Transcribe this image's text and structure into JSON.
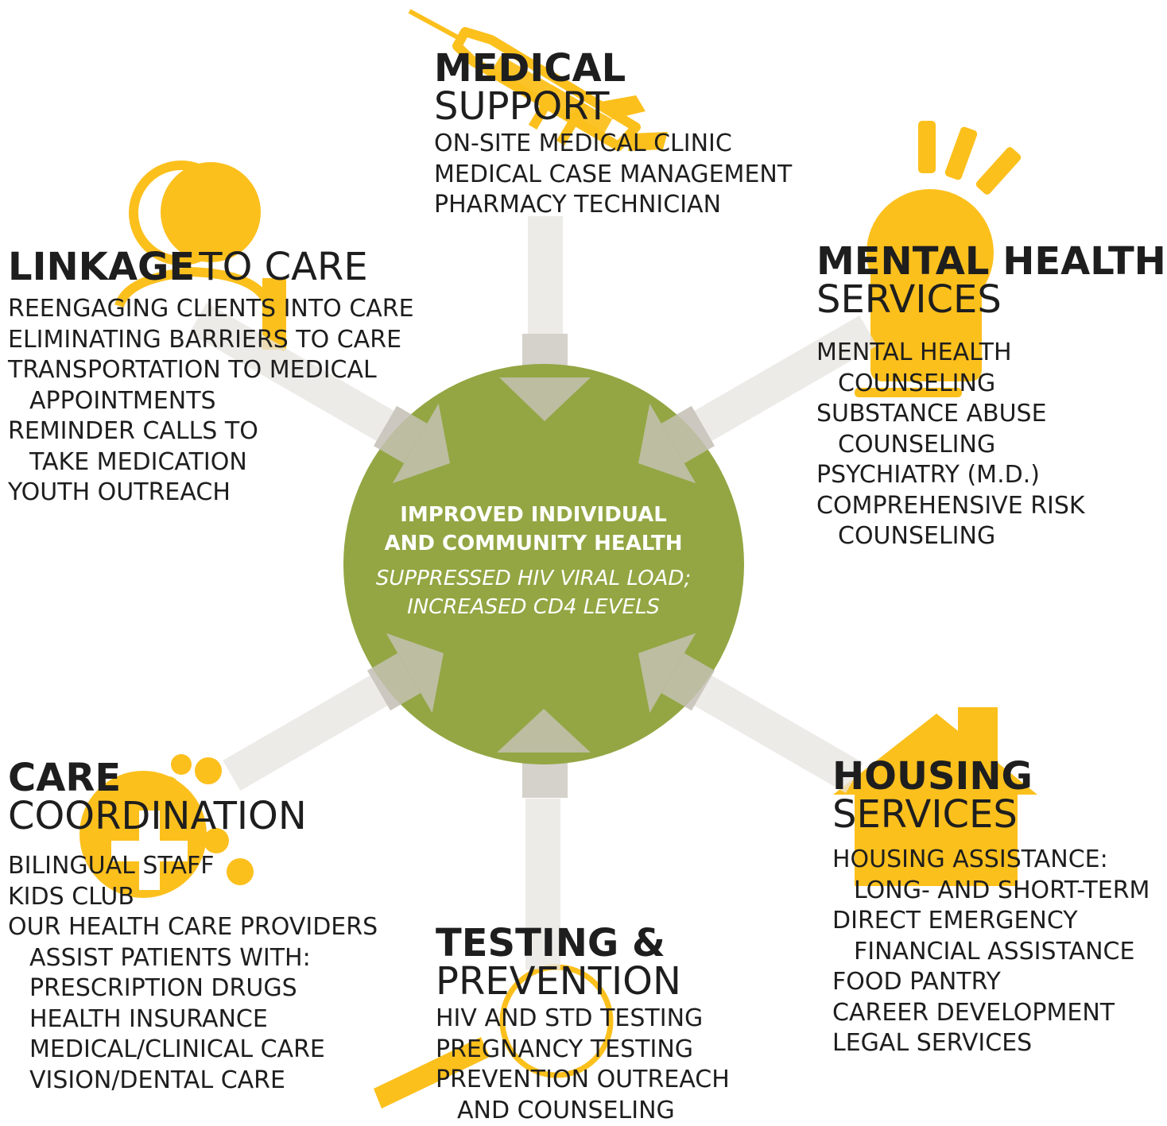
{
  "center": {
    "heading_lines": [
      "IMPROVED INDIVIDUAL",
      "AND COMMUNITY HEALTH"
    ],
    "subtitle_lines": [
      "SUPPRESSED HIV VIRAL LOAD;",
      "INCREASED CD4 LEVELS"
    ],
    "color": "#93a643"
  },
  "colors": {
    "accent": "#fcc01d",
    "arrow_light": "#e8e5e0",
    "arrow_dark": "#c9c4bc",
    "text": "#1e1e1e"
  },
  "sections": {
    "medical": {
      "icon": "syringe-icon",
      "bold": "MEDICAL",
      "light": "SUPPORT",
      "items": [
        "ON-SITE MEDICAL CLINIC",
        "MEDICAL CASE MANAGEMENT",
        "PHARMACY TECHNICIAN"
      ]
    },
    "linkage": {
      "icon": "people-icon",
      "bold": "LINKAGE",
      "light": "TO CARE",
      "items": [
        "REENGAGING CLIENTS INTO CARE",
        "ELIMINATING BARRIERS TO CARE",
        "TRANSPORTATION TO MEDICAL",
        "APPOINTMENTS",
        "REMINDER CALLS TO",
        "TAKE MEDICATION",
        "YOUTH OUTREACH"
      ]
    },
    "mental": {
      "icon": "lightbulb-icon",
      "bold": "MENTAL HEALTH",
      "light": "SERVICES",
      "items": [
        "MENTAL HEALTH",
        "COUNSELING",
        "SUBSTANCE ABUSE",
        "COUNSELING",
        "PSYCHIATRY (M.D.)",
        "COMPREHENSIVE RISK",
        "COUNSELING"
      ]
    },
    "care": {
      "icon": "medical-cross-icon",
      "bold": "CARE",
      "light": "COORDINATION",
      "items": [
        "BILINGUAL STAFF",
        "KIDS CLUB",
        "OUR HEALTH CARE PROVIDERS",
        "ASSIST PATIENTS WITH:",
        "PRESCRIPTION DRUGS",
        "HEALTH INSURANCE",
        "MEDICAL/CLINICAL CARE",
        "VISION/DENTAL CARE"
      ]
    },
    "testing": {
      "icon": "magnifier-icon",
      "bold": "TESTING &",
      "light": "PREVENTION",
      "items": [
        "HIV AND STD TESTING",
        "PREGNANCY TESTING",
        "PREVENTION OUTREACH",
        "AND COUNSELING"
      ]
    },
    "housing": {
      "icon": "house-icon",
      "bold": "HOUSING",
      "light": "SERVICES",
      "items": [
        "HOUSING ASSISTANCE:",
        "LONG- AND SHORT-TERM",
        "DIRECT EMERGENCY",
        "FINANCIAL ASSISTANCE",
        "FOOD PANTRY",
        "CAREER DEVELOPMENT",
        "LEGAL SERVICES"
      ]
    }
  }
}
